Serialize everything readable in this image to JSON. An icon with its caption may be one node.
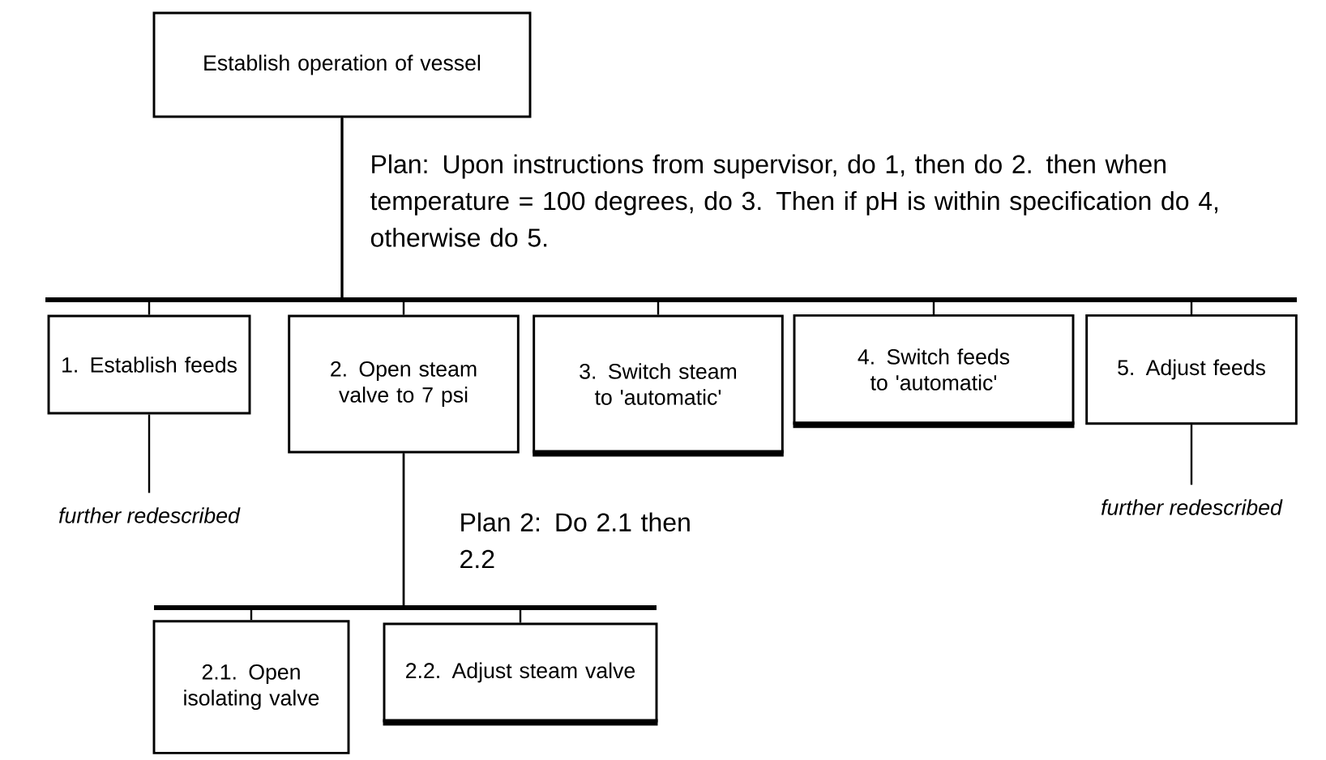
{
  "diagram": {
    "nodes": [
      {
        "text": [
          "Establish operation of vessel"
        ]
      },
      {
        "text": [
          "1. Establish feeds"
        ]
      },
      {
        "text": [
          "2. Open steam valve to 7 psi"
        ]
      },
      {
        "text": [
          "3. Switch steam to 'automatic'"
        ]
      },
      {
        "text": [
          "4. Switch feeds to 'automatic'"
        ]
      },
      {
        "text": [
          "5. Adjust feeds"
        ]
      },
      {
        "text": [
          "2.1. Open isolating valve"
        ]
      },
      {
        "text": [
          "2.2. Adjust steam valve"
        ]
      },
      {
        "text": [
          "*further redescribed*"
        ]
      },
      {
        "text": [
          "*further redescribed*"
        ]
      }
    ],
    "edges": [
      {
        "from": 0,
        "to": 1,
        "arrow": "none"
      },
      {
        "from": 0,
        "to": 2,
        "arrow": "none"
      },
      {
        "from": 0,
        "to": 3,
        "arrow": "none"
      },
      {
        "from": 0,
        "to": 4,
        "arrow": "none"
      },
      {
        "from": 0,
        "to": 5,
        "arrow": "none"
      },
      {
        "from": 1,
        "to": 8,
        "arrow": "none"
      },
      {
        "from": 5,
        "to": 9,
        "arrow": "none"
      },
      {
        "from": 2,
        "to": 6,
        "arrow": "none"
      },
      {
        "from": 2,
        "to": 7,
        "arrow": "none"
      }
    ],
    "labels": [
      "Plan: Upon instructions from supervisor, do 1, then do 2. then when temperature = 100 degrees, do 3. Then if pH is within specification do 4, otherwise do 5.",
      "Plan 2: Do 2.1 then 2.2"
    ]
  }
}
